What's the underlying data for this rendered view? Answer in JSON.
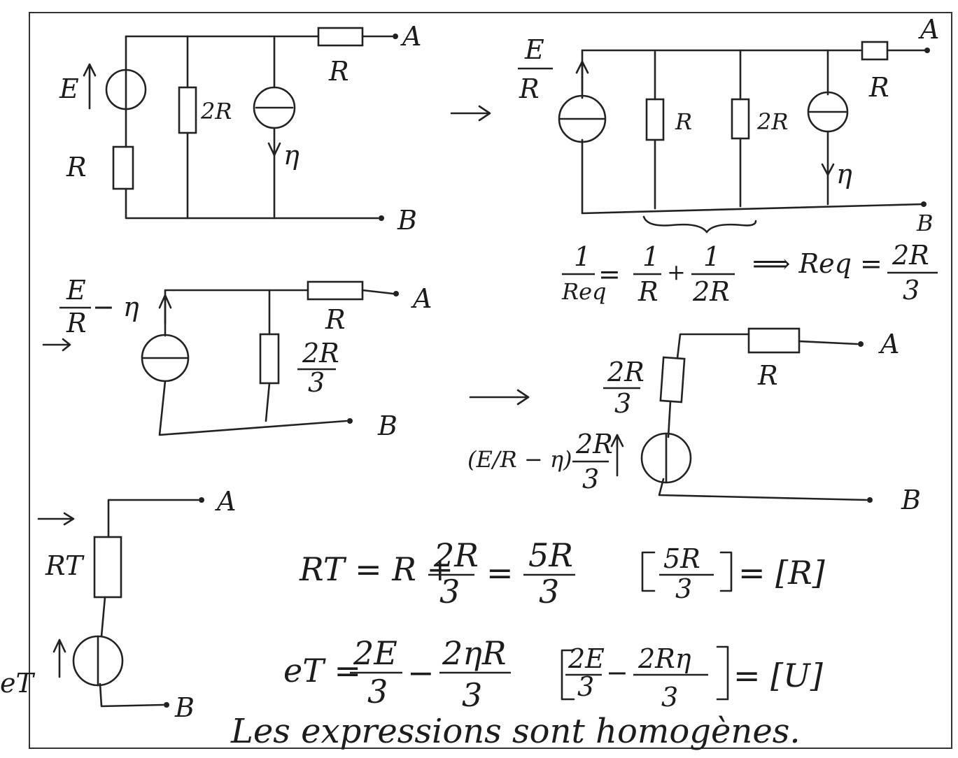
{
  "sections": {
    "first_circuit": {
      "source_label": "E",
      "series_resistor": "R",
      "parallel_resistor": "2R",
      "current_source": "η",
      "output_resistor": "R",
      "terminal_a": "A",
      "terminal_b": "B"
    },
    "norton_circuit": {
      "source_num": "E",
      "source_den": "R",
      "r1": "R",
      "r2": "2R",
      "current_source": "η",
      "output_resistor": "R",
      "terminal_a": "A",
      "terminal_b": "B"
    },
    "equivalence": {
      "lhs_num": "1",
      "lhs_den": "Req",
      "t1_num": "1",
      "t1_den": "R",
      "plus": "+",
      "t2_num": "1",
      "t2_den": "2R",
      "implies": "⟹ Req =",
      "res_num": "2R",
      "res_den": "3"
    },
    "combined_norton": {
      "src_num": "E",
      "src_den": "R",
      "src_minus": "− η",
      "res_num": "2R",
      "res_den": "3",
      "output_resistor": "R",
      "terminal_a": "A",
      "terminal_b": "B"
    },
    "thevenin_step": {
      "res_num": "2R",
      "res_den": "3",
      "output_resistor": "R",
      "src_paren": "(E/R − η)",
      "src_factor_num": "2R",
      "src_factor_den": "3",
      "terminal_a": "A",
      "terminal_b": "B"
    },
    "final_circuit": {
      "resistor": "RT",
      "source": "eT",
      "terminal_a": "A",
      "terminal_b": "B"
    },
    "formulas": {
      "rt_lhs": "RT = R +",
      "rt_f1_num": "2R",
      "rt_f1_den": "3",
      "rt_eq": "=",
      "rt_f2_num": "5R",
      "rt_f2_den": "3",
      "rt_dim_num": "5R",
      "rt_dim_den": "3",
      "rt_dim_rhs": "= [R]",
      "et_lhs": "eT =",
      "et_f1_num": "2E",
      "et_f1_den": "3",
      "et_minus": "−",
      "et_f2_num": "2ηR",
      "et_f2_den": "3",
      "et_dim_f1_num": "2E",
      "et_dim_f1_den": "3",
      "et_dim_minus": "−",
      "et_dim_f2_num": "2Rη",
      "et_dim_f2_den": "3",
      "et_dim_rhs": "= [U]"
    },
    "conclusion": "Les expressions sont homogènes."
  }
}
